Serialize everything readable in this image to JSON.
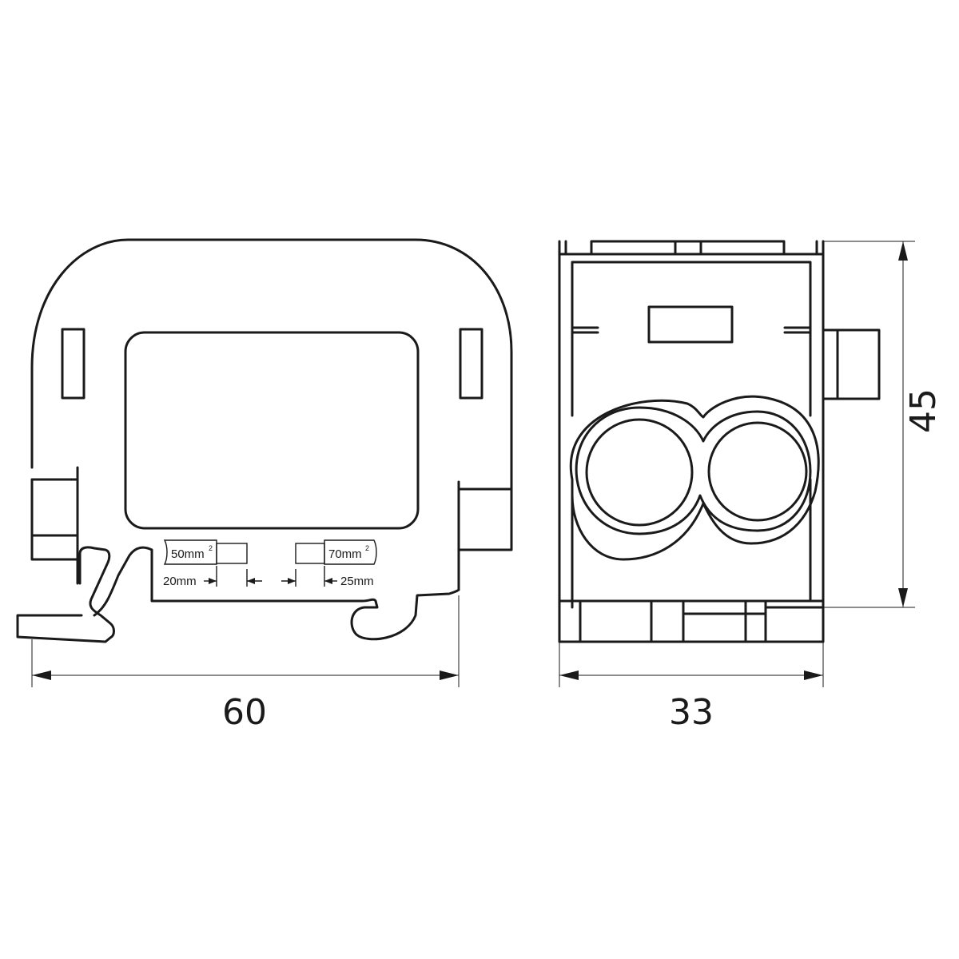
{
  "dimensions": {
    "width_front": "60",
    "width_side": "33",
    "height": "45"
  },
  "labels": {
    "cable_left": "50mm",
    "cable_right": "70mm",
    "superscript": "2",
    "strip_left": "20mm",
    "strip_right": "25mm"
  }
}
